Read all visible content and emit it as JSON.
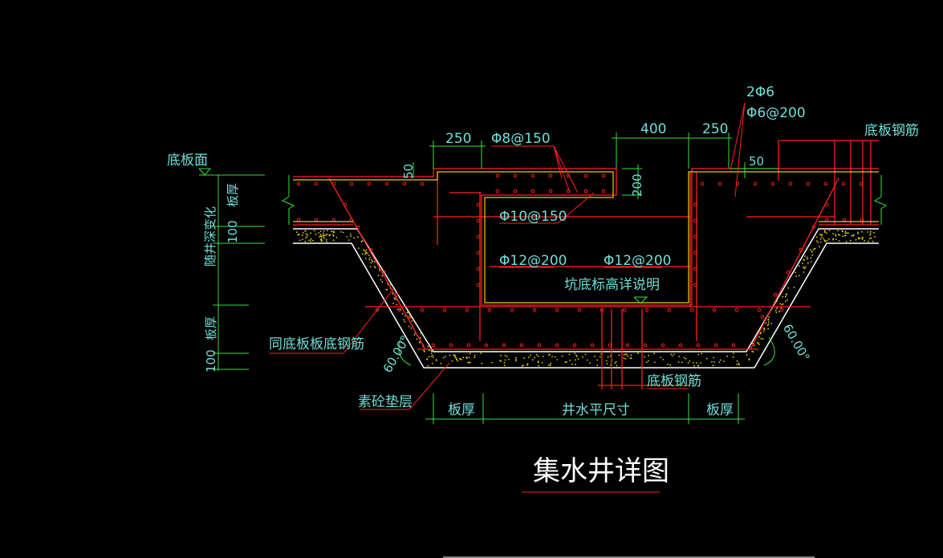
{
  "title": "集水井详图",
  "labels": {
    "dim_250_left": "250",
    "dim_250_right": "250",
    "dim_400": "400",
    "dim_50_left": "50",
    "dim_50_right": "50",
    "dim_200": "200",
    "rebar_8_150": "Φ8@150",
    "rebar_10_150": "Φ10@150",
    "rebar_12_200_left": "Φ12@200",
    "rebar_12_200_right": "Φ12@200",
    "rebar_2_6": "2Φ6",
    "rebar_6_200": "Φ6@200",
    "slab_top": "底板面",
    "slab_thick_upper": "板厚",
    "dim_100_upper": "100",
    "depth_varies": "随井深变化",
    "slab_thick_lower": "板厚",
    "dim_100_lower": "100",
    "pit_bottom_note": "坑底标高详说明",
    "same_as_slab_bottom": "同底板板底钢筋",
    "angle_left": "60.00°",
    "angle_right": "60.00°",
    "plain_concrete": "素砼垫层",
    "slab_rebar_top_right": "底板钢筋",
    "slab_rebar_bottom": "底板钢筋",
    "bottom_thick_left": "板厚",
    "well_plan_size": "井水平尺寸",
    "bottom_thick_right": "板厚"
  },
  "colors": {
    "background": "#000000",
    "text": "#6fe0d8",
    "rebar": "#ff2020",
    "concrete_outline": "#ffffff",
    "inner_wall": "#e8d000",
    "dimension": "#39e039",
    "fill_dots": "#e8d000"
  }
}
